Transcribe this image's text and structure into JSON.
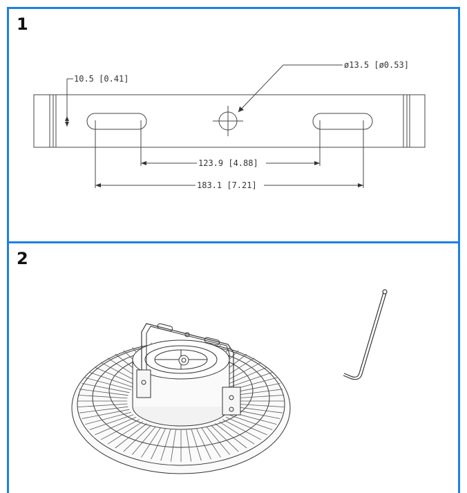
{
  "panels": [
    {
      "number": "1"
    },
    {
      "number": "2"
    }
  ],
  "drawing": {
    "dim_height": "10.5 [0.41]",
    "dim_hole": "ø13.5 [ø0.53]",
    "dim_inner": "123.9 [4.88]",
    "dim_outer": "183.1 [7.21]"
  },
  "colors": {
    "frame": "#1d7fe6",
    "line": "#444444"
  }
}
